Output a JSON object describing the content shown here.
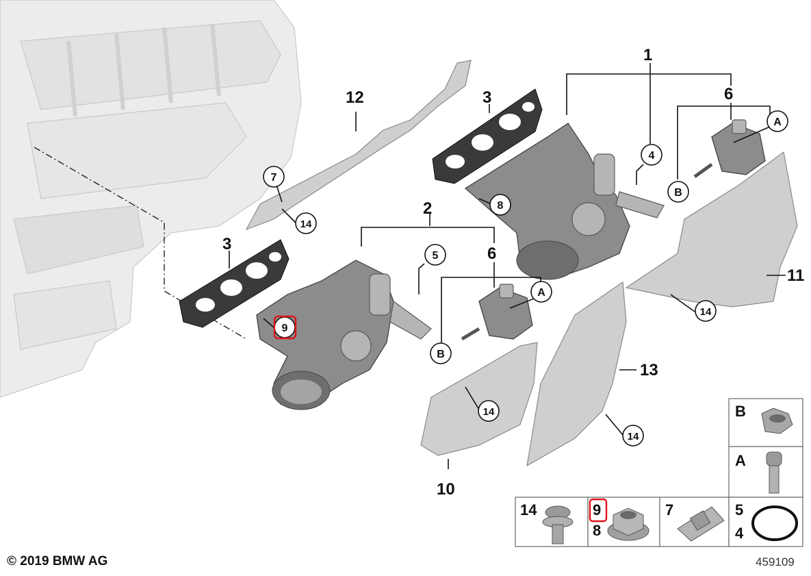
{
  "labels": {
    "n1": "1",
    "n2": "2",
    "n3a": "3",
    "n3b": "3",
    "n6a": "6",
    "n6b": "6",
    "n10": "10",
    "n11": "11",
    "n12": "12",
    "n13": "13"
  },
  "callouts": {
    "c4": "4",
    "c5": "5",
    "c7": "7",
    "c8": "8",
    "c9": "9",
    "c14a": "14",
    "c14b": "14",
    "c14c": "14",
    "c14d": "14",
    "cA1": "A",
    "cA2": "A",
    "cB1": "B",
    "cB2": "B"
  },
  "legend": {
    "cellB": "B",
    "cellA": "A",
    "cell14": "14",
    "cell9": "9",
    "cell8": "8",
    "cell7": "7",
    "cell5": "5",
    "cell4": "4"
  },
  "footer": {
    "copyright": "© 2019 BMW AG",
    "diagram_id": "459109"
  },
  "colors": {
    "highlight": "#e0121b",
    "part_grey": "#8c8c8c",
    "shield_grey": "#cfcfcf"
  }
}
